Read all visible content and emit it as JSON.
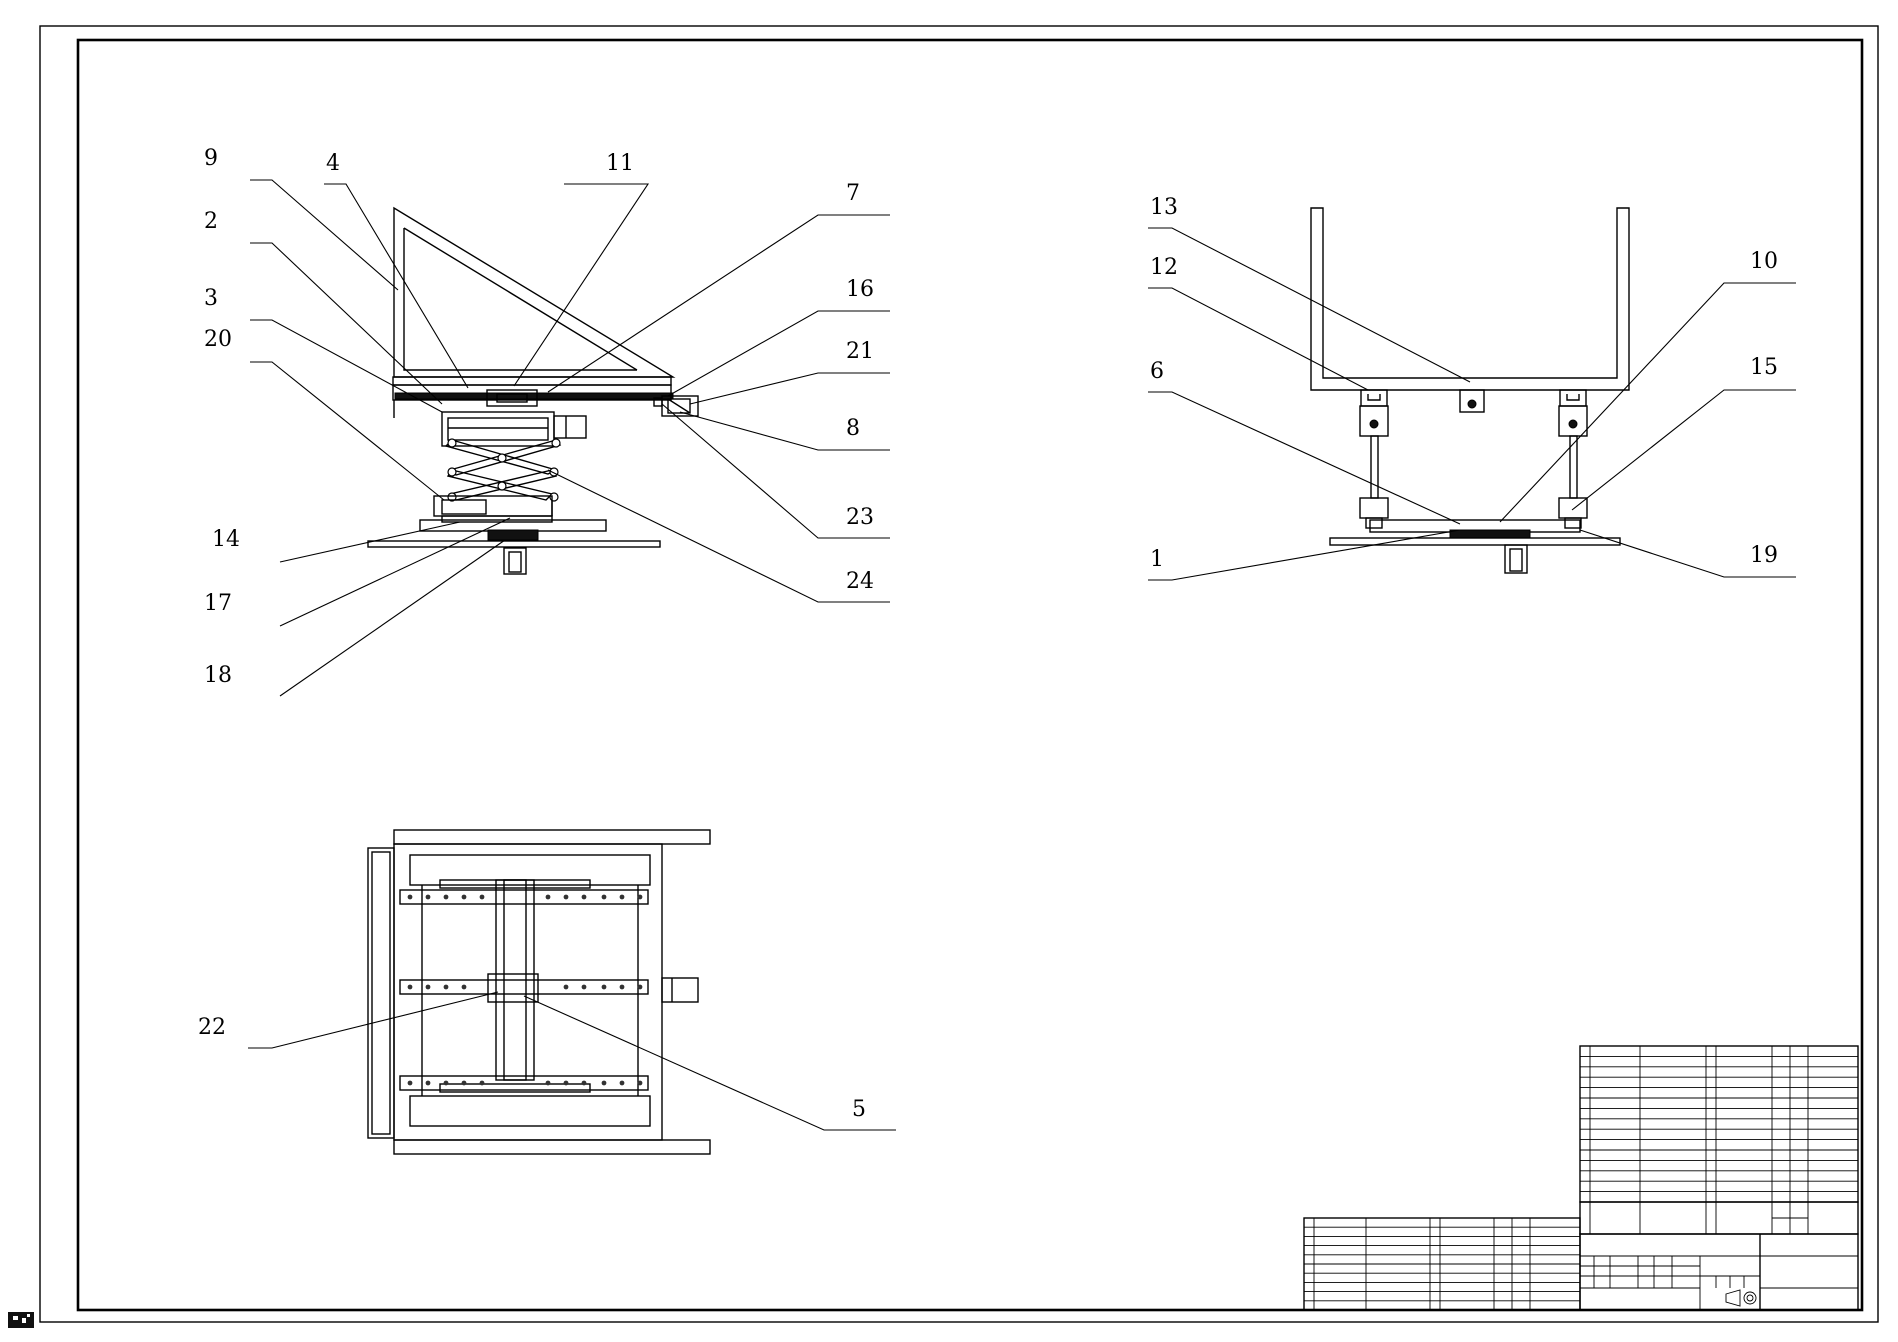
{
  "drawing": {
    "callouts": [
      "1",
      "2",
      "3",
      "4",
      "5",
      "6",
      "7",
      "8",
      "9",
      "10",
      "11",
      "12",
      "13",
      "14",
      "15",
      "16",
      "17",
      "18",
      "19",
      "20",
      "21",
      "22",
      "23",
      "24"
    ]
  },
  "parts_list": {
    "rows": 15
  },
  "parts_list_lower": {
    "rows": 10
  },
  "title_block": {}
}
